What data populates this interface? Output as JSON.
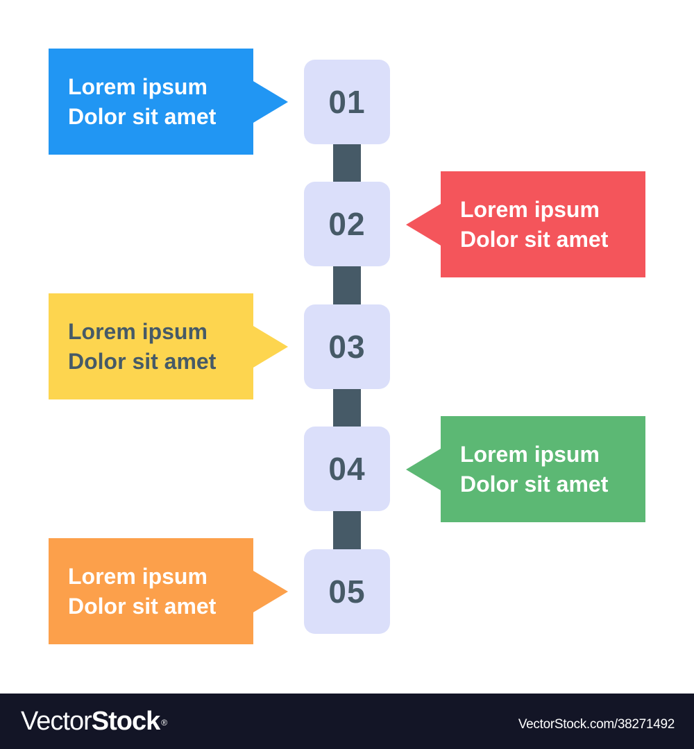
{
  "diagram": {
    "type": "vertical-timeline",
    "connector_color": "#465a67",
    "step_box_color": "#dbdffa",
    "step_text_color": "#465a67",
    "steps": [
      {
        "number": "01",
        "side": "left",
        "color": "#2196f3",
        "text_color": "#ffffff",
        "line1": "Lorem ipsum",
        "line2": "Dolor sit amet"
      },
      {
        "number": "02",
        "side": "right",
        "color": "#f4555b",
        "text_color": "#ffffff",
        "line1": "Lorem ipsum",
        "line2": "Dolor sit amet"
      },
      {
        "number": "03",
        "side": "left",
        "color": "#fdd54f",
        "text_color": "#465a67",
        "line1": "Lorem ipsum",
        "line2": "Dolor sit amet"
      },
      {
        "number": "04",
        "side": "right",
        "color": "#5cb874",
        "text_color": "#ffffff",
        "line1": "Lorem ipsum",
        "line2": "Dolor sit amet"
      },
      {
        "number": "05",
        "side": "left",
        "color": "#fca04b",
        "text_color": "#ffffff",
        "line1": "Lorem ipsum",
        "line2": "Dolor sit amet"
      }
    ]
  },
  "footer": {
    "brand_light": "Vector",
    "brand_bold": "Stock",
    "brand_mark": "®",
    "image_id": "VectorStock.com/38271492"
  }
}
